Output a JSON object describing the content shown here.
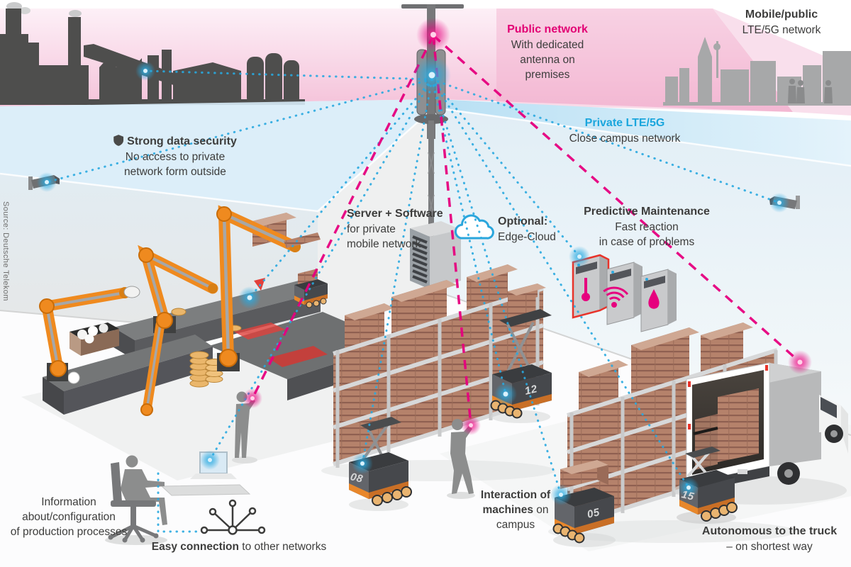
{
  "source_credit": "Source: Deutsche Telekom",
  "colors": {
    "magenta": "#e20074",
    "blue": "#29a9e0",
    "orange": "#ef8a1f",
    "silhouette_dark": "#4e4e4d",
    "silhouette_light": "#a7a8a9"
  },
  "annotations": {
    "mobile_public": {
      "title": "Mobile/public",
      "line2": "LTE/5G network"
    },
    "public_network": {
      "title": "Public network",
      "line2": "With dedicated",
      "line3": "antenna on",
      "line4": "premises"
    },
    "private_lte": {
      "title": "Private LTE/5G",
      "line2": "Close campus network"
    },
    "data_security": {
      "title": "Strong data security",
      "line2": "No access to private",
      "line3": "network form outside"
    },
    "server_software": {
      "title": "Server + Software",
      "line2": "for private",
      "line3": "mobile network"
    },
    "edge_cloud": {
      "title": "Optional:",
      "line2": "Edge-Cloud"
    },
    "predictive_maintenance": {
      "title": "Predictive Maintenance",
      "line2": "Fast reaction",
      "line3": "in case of problems"
    },
    "production_info": {
      "line1": "Information",
      "line2": "about/configuration",
      "line3": "of production processes"
    },
    "easy_connection": {
      "bold": "Easy connection",
      "rest": " to other networks"
    },
    "machine_interaction": {
      "bold1": "Interaction of",
      "bold2": "machines",
      "rest2": " on",
      "line3": "campus"
    },
    "autonomous_truck": {
      "title": "Autonomous to the truck",
      "line2": "– on shortest way"
    }
  },
  "agvs": [
    {
      "id": "agv-08",
      "number": "08"
    },
    {
      "id": "agv-12",
      "number": "12"
    },
    {
      "id": "agv-05",
      "number": "05"
    },
    {
      "id": "agv-15",
      "number": "15"
    }
  ]
}
